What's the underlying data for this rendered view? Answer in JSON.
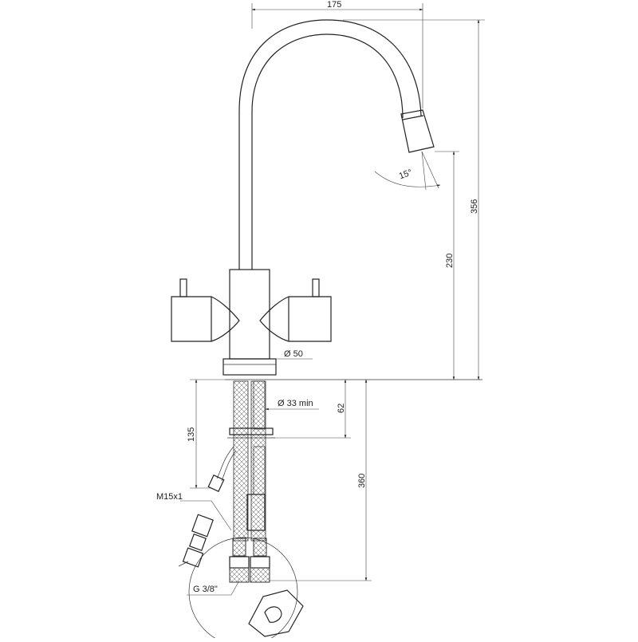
{
  "dimensions": {
    "width_175": "175",
    "height_356": "356",
    "height_230": "230",
    "angle_15": "15°",
    "base_dia": "Ø 50",
    "hole_min": "Ø 33  min",
    "depth_62": "62",
    "hose_135": "135",
    "hose_360": "360",
    "thread_m15": "M15x1",
    "thread_g38": "G  3/8\""
  }
}
